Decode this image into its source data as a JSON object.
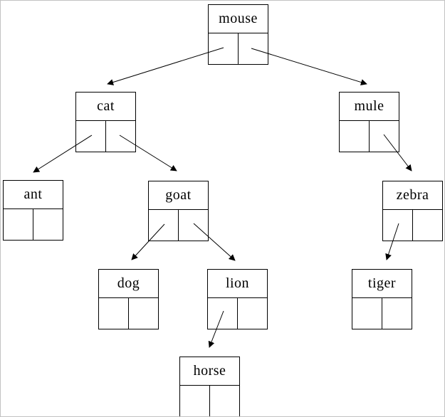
{
  "diagram": {
    "type": "binary-tree",
    "title": "",
    "colors": {
      "background": "#ffffff",
      "canvas_border": "#c2c2c2",
      "node_border": "#000000",
      "line": "#000000",
      "text": "#000000"
    },
    "nodes": [
      {
        "id": "mouse",
        "label": "mouse",
        "left_child": "cat",
        "right_child": "mule"
      },
      {
        "id": "cat",
        "label": "cat",
        "left_child": "ant",
        "right_child": "goat"
      },
      {
        "id": "mule",
        "label": "mule",
        "left_child": null,
        "right_child": "zebra"
      },
      {
        "id": "ant",
        "label": "ant",
        "left_child": null,
        "right_child": null
      },
      {
        "id": "goat",
        "label": "goat",
        "left_child": "dog",
        "right_child": "lion"
      },
      {
        "id": "zebra",
        "label": "zebra",
        "left_child": "tiger",
        "right_child": null
      },
      {
        "id": "dog",
        "label": "dog",
        "left_child": null,
        "right_child": null
      },
      {
        "id": "lion",
        "label": "lion",
        "left_child": "horse",
        "right_child": null
      },
      {
        "id": "tiger",
        "label": "tiger",
        "left_child": null,
        "right_child": null
      },
      {
        "id": "horse",
        "label": "horse",
        "left_child": null,
        "right_child": null
      }
    ],
    "edges": [
      {
        "from": "mouse",
        "pointer": "left",
        "to": "cat"
      },
      {
        "from": "mouse",
        "pointer": "right",
        "to": "mule"
      },
      {
        "from": "cat",
        "pointer": "left",
        "to": "ant"
      },
      {
        "from": "cat",
        "pointer": "right",
        "to": "goat"
      },
      {
        "from": "mule",
        "pointer": "right",
        "to": "zebra"
      },
      {
        "from": "goat",
        "pointer": "left",
        "to": "dog"
      },
      {
        "from": "goat",
        "pointer": "right",
        "to": "lion"
      },
      {
        "from": "zebra",
        "pointer": "left",
        "to": "tiger"
      },
      {
        "from": "lion",
        "pointer": "left",
        "to": "horse"
      }
    ]
  }
}
